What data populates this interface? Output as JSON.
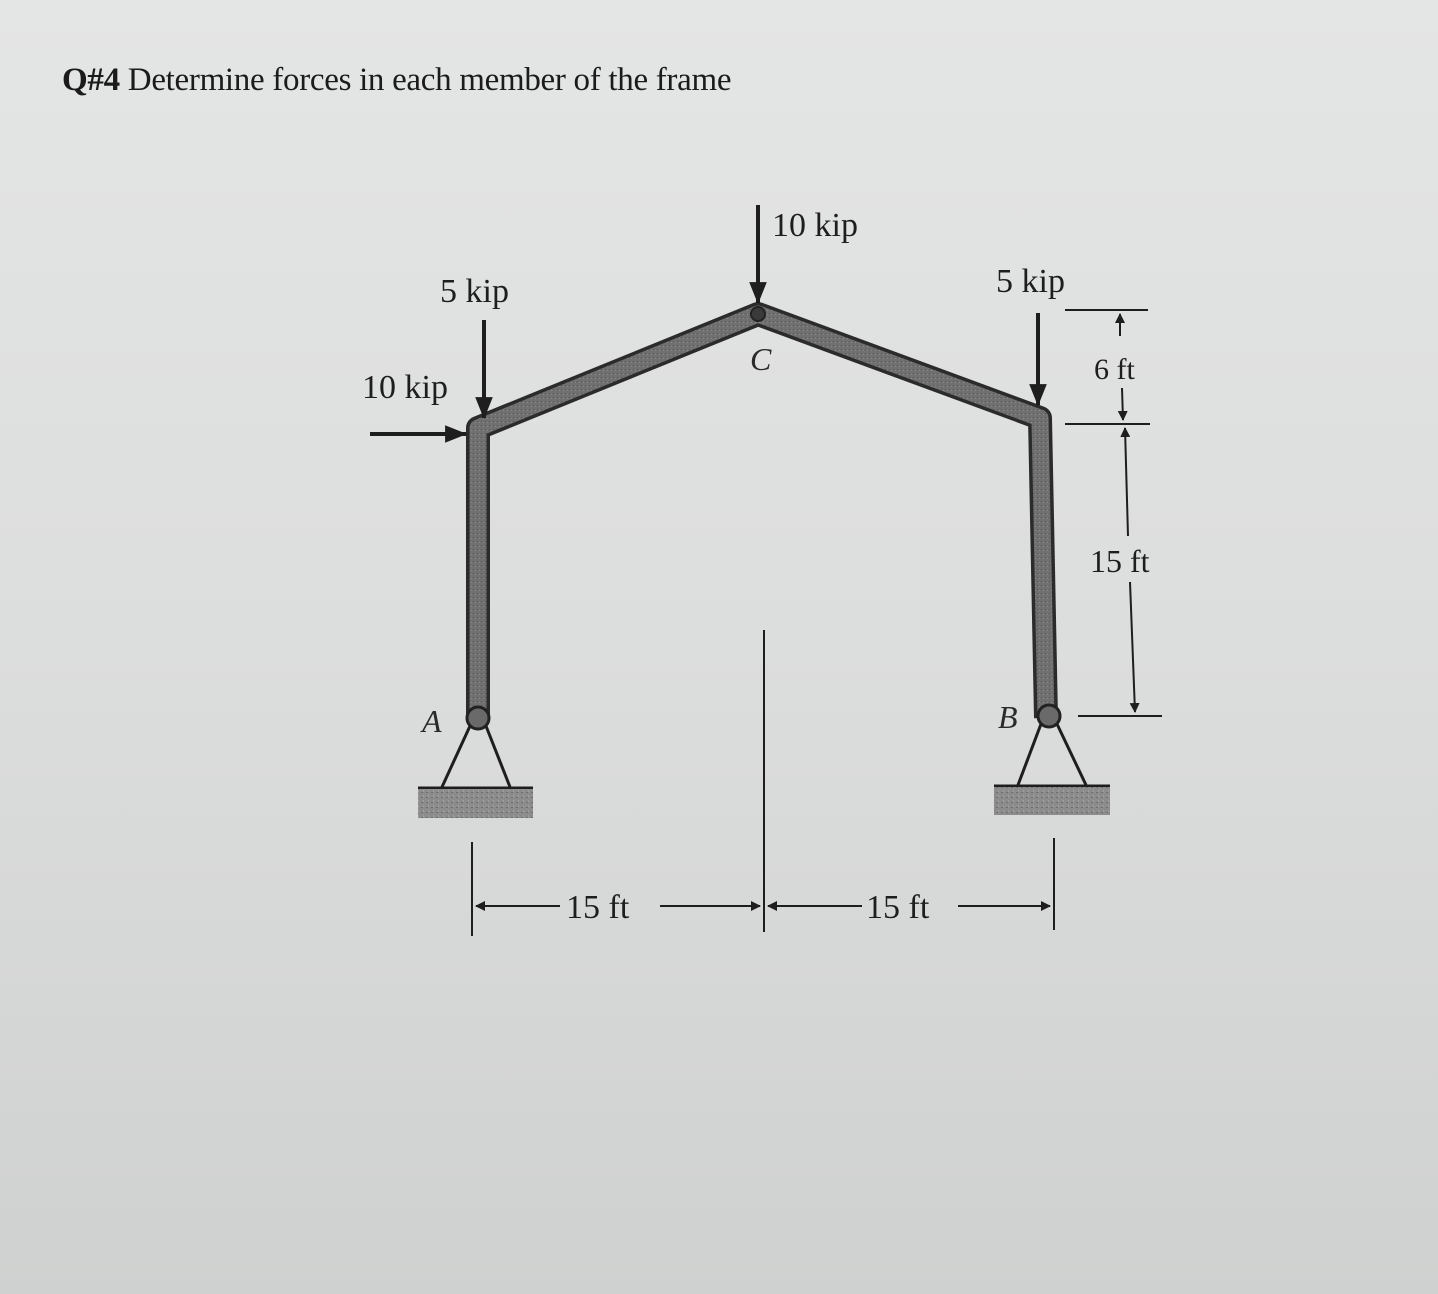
{
  "question": {
    "number": "Q#4",
    "text": "Determine forces in each member of the frame"
  },
  "diagram": {
    "loads": {
      "top_center": "10 kip",
      "left_vertical": "5 kip",
      "left_horizontal": "10 kip",
      "right_vertical": "5 kip"
    },
    "joints": {
      "apex": "C",
      "left_support": "A",
      "right_support": "B"
    },
    "dimensions": {
      "rise": "6 ft",
      "column_height": "15 ft",
      "left_span": "15 ft",
      "right_span": "15 ft"
    },
    "colors": {
      "member_fill": "#6f6f6f",
      "member_outline": "#2b2b2b",
      "ground_fill": "#8a8a8a",
      "line": "#1e1e1e"
    }
  }
}
